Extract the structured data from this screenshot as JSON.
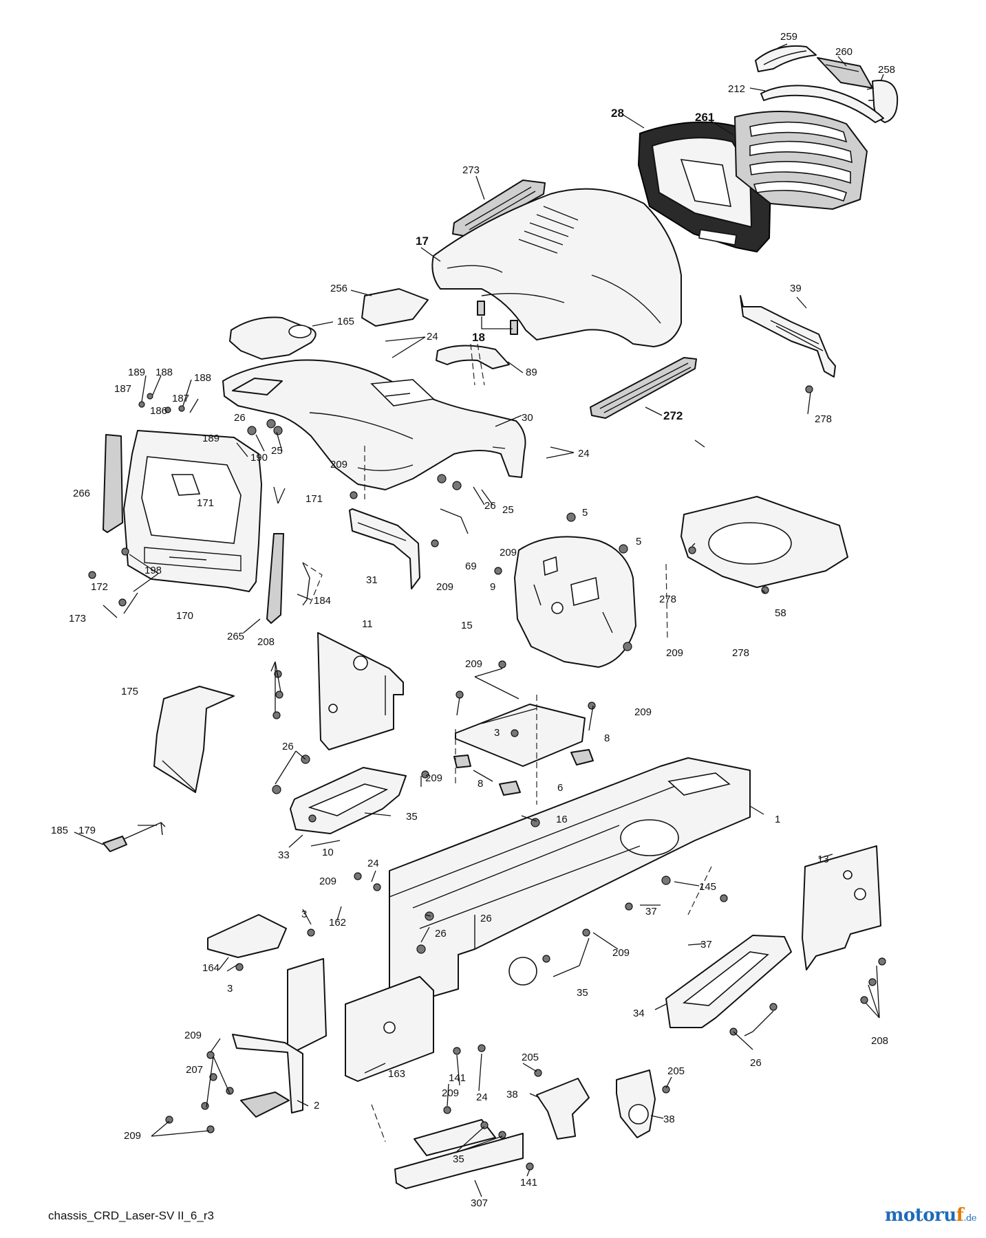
{
  "caption": "chassis_CRD_Laser-SV II_6_r3",
  "brand": {
    "name_main": "motoru",
    "name_accent": "f",
    "tld": ".de"
  },
  "colors": {
    "brand_blue": "#1e6bb8",
    "brand_orange": "#e07b0c",
    "line": "#111111"
  },
  "callouts": {
    "c259": "259",
    "c260": "260",
    "c258": "258",
    "c212": "212",
    "c28": "28",
    "c261": "261",
    "c273": "273",
    "c17": "17",
    "c256": "256",
    "c165": "165",
    "c24a": "24",
    "c18": "18",
    "c89": "89",
    "c39": "39",
    "c278a": "278",
    "c272": "272",
    "c189a": "189",
    "c188a": "188",
    "c187a": "187",
    "c188b": "188",
    "c186": "186",
    "c187b": "187",
    "c189b": "189",
    "c26a": "26",
    "c25a": "25",
    "c30": "30",
    "c24b": "24",
    "c190": "190",
    "c266": "266",
    "c171a": "171",
    "c209a": "209",
    "c171b": "171",
    "c26b": "26",
    "c25b": "25",
    "c5a": "5",
    "c5b": "5",
    "c58": "58",
    "c278b": "278",
    "c278c": "278",
    "c209b": "209",
    "c69": "69",
    "c31": "31",
    "c209c": "209",
    "c198": "198",
    "c172": "172",
    "c173": "173",
    "c170": "170",
    "c184": "184",
    "c265": "265",
    "c9": "9",
    "c15": "15",
    "c209d": "209",
    "c11": "11",
    "c208a": "208",
    "c175": "175",
    "c209e": "209",
    "c209f": "209",
    "c3a": "3",
    "c8a": "8",
    "c26c": "26",
    "c209g": "209",
    "c6": "6",
    "c8b": "8",
    "c179": "179",
    "c185": "185",
    "c35a": "35",
    "c16": "16",
    "c1": "1",
    "c33": "33",
    "c10": "10",
    "c24c": "24",
    "c209h": "209",
    "c13": "13",
    "c145": "145",
    "c3b": "3",
    "c162": "162",
    "c26d": "26",
    "c26e": "26",
    "c37a": "37",
    "c37b": "37",
    "c164": "164",
    "c3c": "3",
    "c209i": "209",
    "c35b": "35",
    "c34": "34",
    "c208b": "208",
    "c209j": "209",
    "c24d": "24",
    "c163": "163",
    "c26f": "26",
    "c209k": "209",
    "c207": "207",
    "c205a": "205",
    "c205b": "205",
    "c2": "2",
    "c141a": "141",
    "c38a": "38",
    "c38b": "38",
    "c35c": "35",
    "c141b": "141",
    "c307": "307"
  }
}
